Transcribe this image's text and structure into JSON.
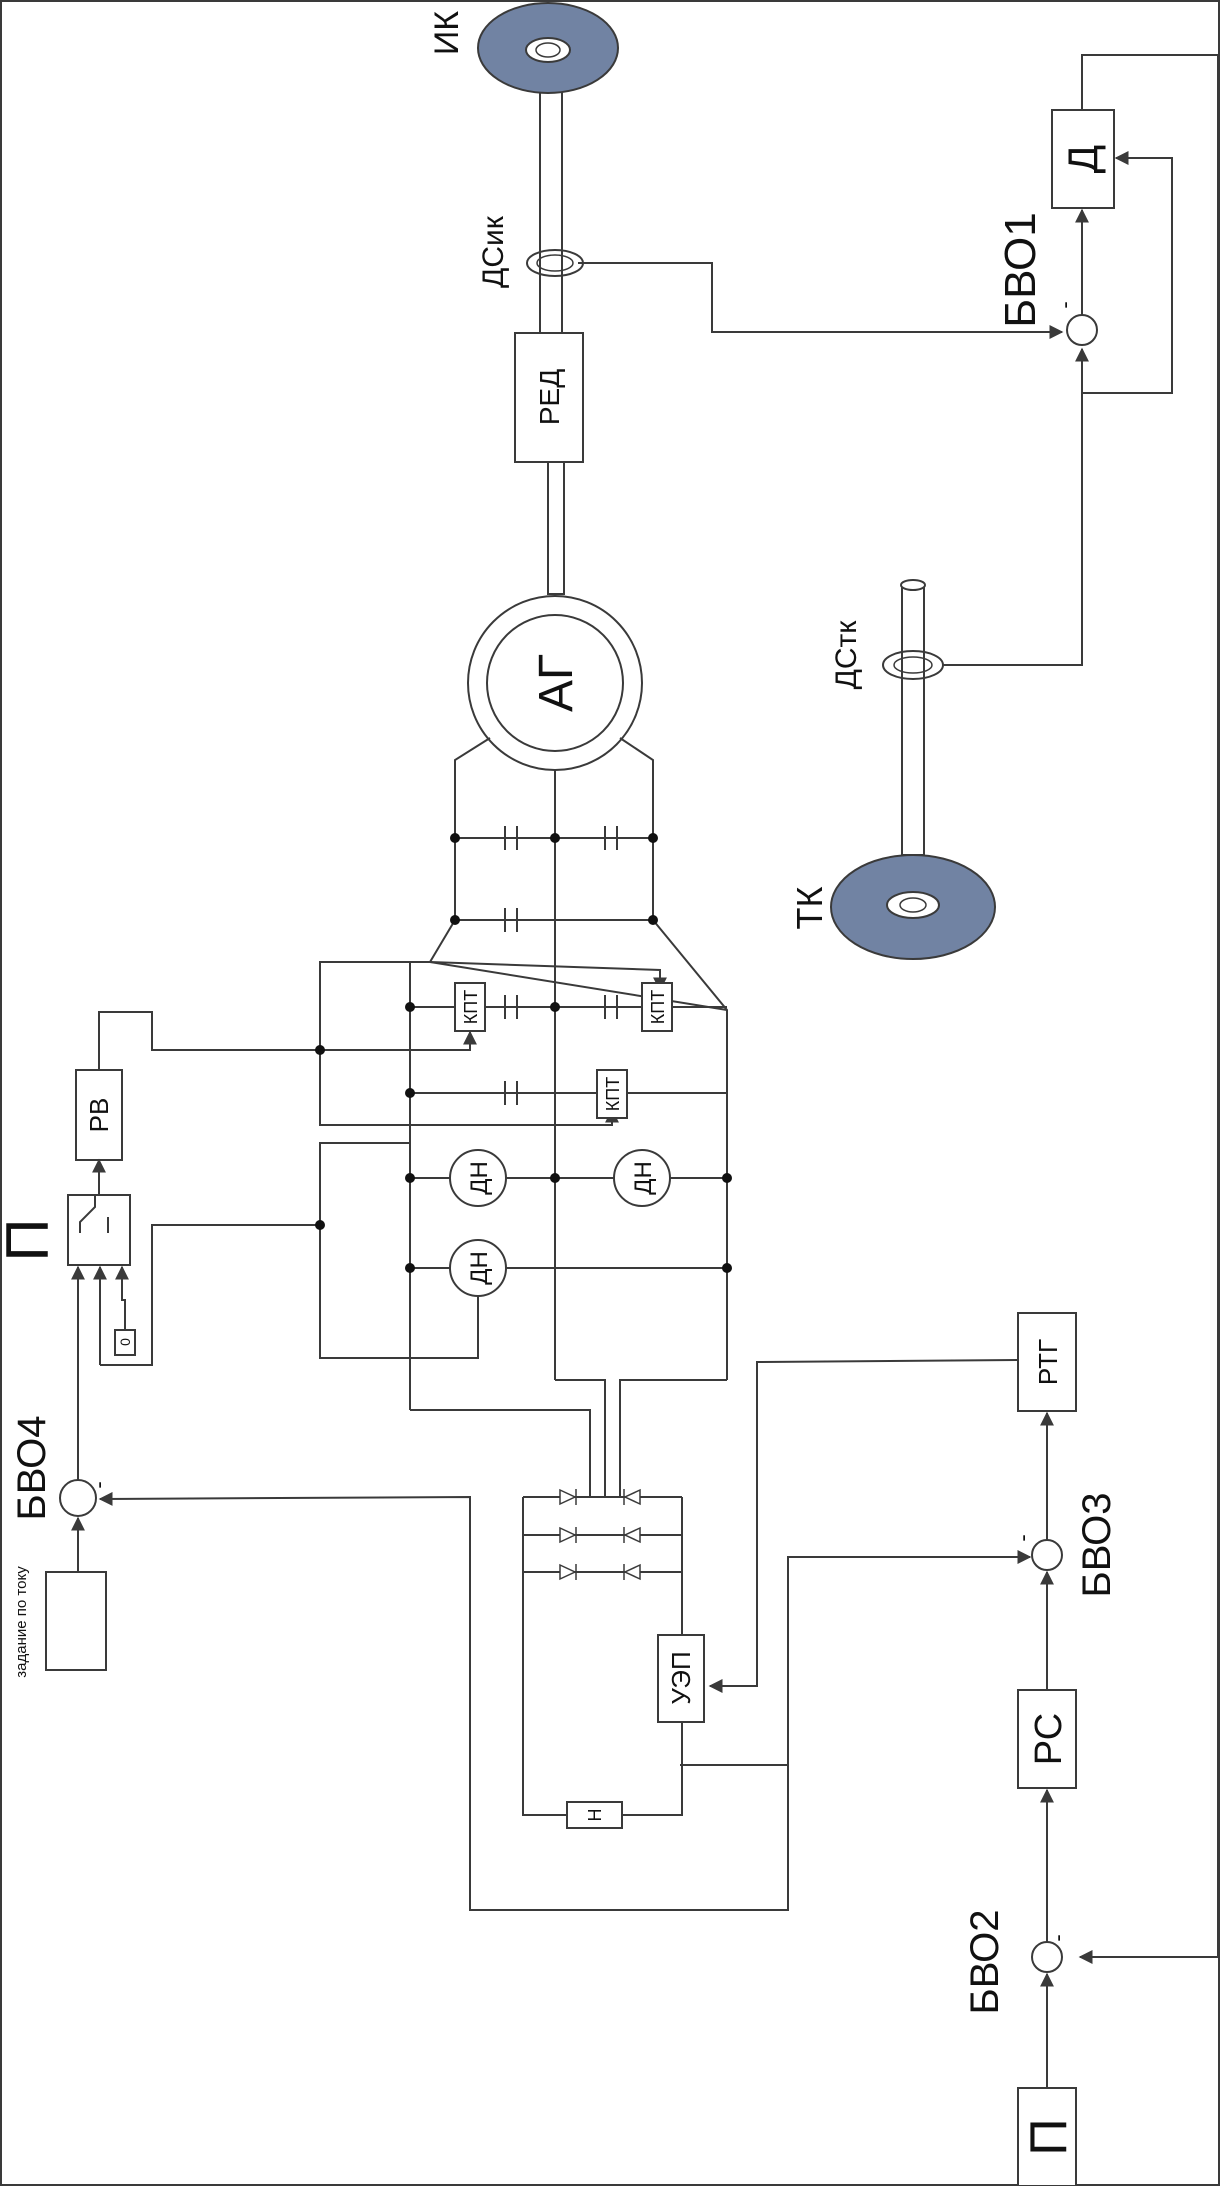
{
  "diagram": {
    "labels": {
      "p_top": "П",
      "p_bottom": "П",
      "bvo1": "БВО1",
      "bvo2": "БВО2",
      "bvo3": "БВО3",
      "bvo4": "БВО4",
      "d": "Д",
      "red": "РЕД",
      "ag": "АГ",
      "ik": "ИК",
      "tk": "ТК",
      "dsik": "ДСик",
      "dstk": "ДСтк",
      "rv": "РВ",
      "rs": "РС",
      "rtg": "РТГ",
      "uep": "УЭП",
      "n": "Н",
      "kpt": "КПТ",
      "dn": "ДН",
      "zero": "0",
      "minus": "-",
      "current_setpoint": "задание по току"
    },
    "colors": {
      "line": "#3a3a3a",
      "disc_fill": "#7183a3",
      "background": "#ffffff"
    }
  }
}
